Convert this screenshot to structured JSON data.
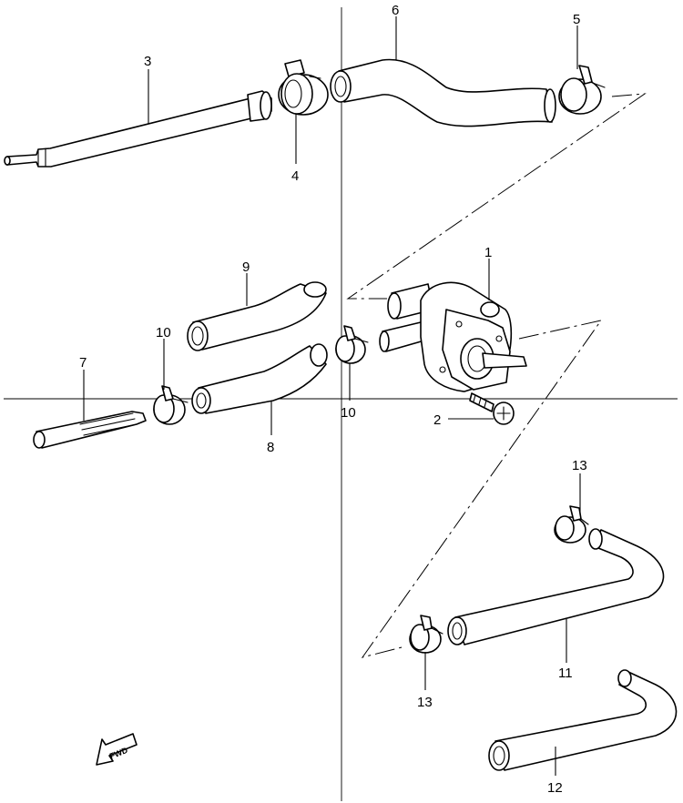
{
  "callouts": {
    "p1": "1",
    "p2": "2",
    "p3": "3",
    "p4": "4",
    "p5": "5",
    "p6": "6",
    "p7": "7",
    "p8": "8",
    "p9": "9",
    "p10a": "10",
    "p10b": "10",
    "p11": "11",
    "p12": "12",
    "p13a": "13",
    "p13b": "13"
  },
  "fwd_label": "FWD"
}
